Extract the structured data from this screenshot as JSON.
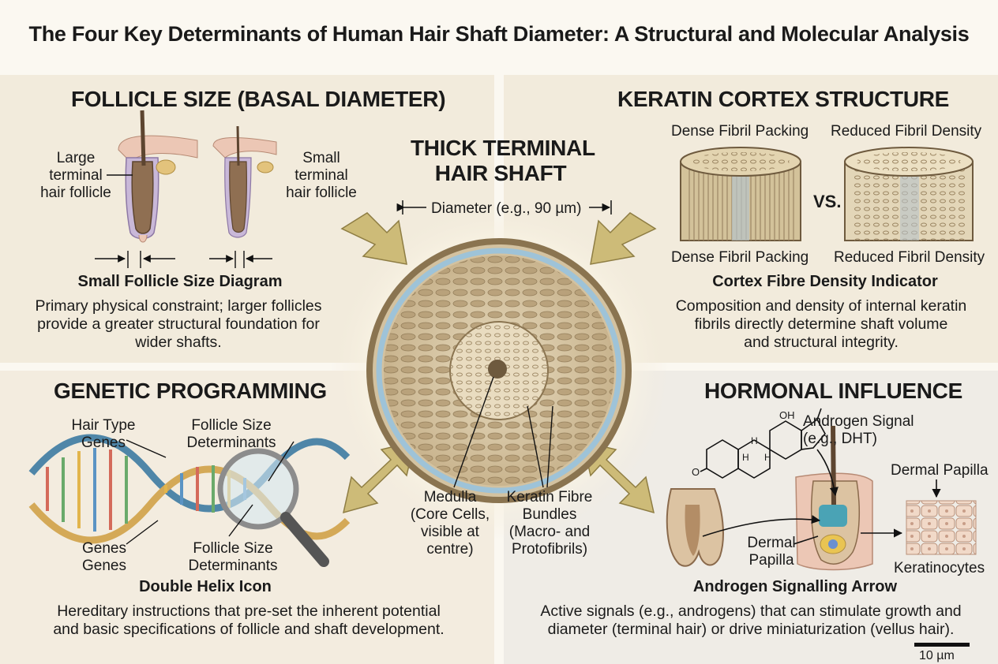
{
  "title": "The Four Key Determinants of Human Hair Shaft Diameter: A Structural and Molecular Analysis",
  "center": {
    "title_line1": "THICK TERMINAL",
    "title_line2": "HAIR SHAFT",
    "diameter_label": "Diameter (e.g., 90 µm)",
    "medulla_label": [
      "Medulla",
      "(Core Cells,",
      "visible at",
      "centre)"
    ],
    "keratin_label": [
      "Keratin Fibre",
      "Bundles",
      "(Macro- and",
      "Protofibrils)"
    ]
  },
  "follicle": {
    "heading": "FOLLICLE SIZE (BASAL DIAMETER)",
    "large_label": [
      "Large",
      "terminal",
      "hair follicle"
    ],
    "small_label": [
      "Small",
      "terminal",
      "hair follicle"
    ],
    "caption": "Small Follicle Size Diagram",
    "description": [
      "Primary physical constraint; larger follicles",
      "provide a greater structural foundation for",
      "wider shafts."
    ]
  },
  "cortex": {
    "heading": "KERATIN CORTEX STRUCTURE",
    "top_left_label": "Dense Fibril Packing",
    "top_right_label": "Reduced Fibril Density",
    "vs_label": "VS.",
    "bottom_left_label": "Dense Fibril Packing",
    "bottom_right_label": "Reduced Fibril Density",
    "caption": "Cortex Fibre Density Indicator",
    "description": [
      "Composition and density of internal keratin",
      "fibrils directly determine shaft volume",
      "and structural integrity."
    ]
  },
  "genetic": {
    "heading": "GENETIC PROGRAMMING",
    "hair_type_label": [
      "Hair Type",
      "Genes"
    ],
    "follicle_size_top_label": [
      "Follicle Size",
      "Determinants"
    ],
    "genes_label": [
      "Genes",
      "Genes"
    ],
    "follicle_size_bottom_label": [
      "Follicle Size",
      "Determinants"
    ],
    "caption": "Double Helix Icon",
    "description": [
      "Hereditary instructions that pre-set the inherent potential",
      "and basic specifications of follicle and shaft development."
    ]
  },
  "hormonal": {
    "heading": "HORMONAL INFLUENCE",
    "androgen_label": [
      "Androgen Signal",
      "(e.g., DHT)"
    ],
    "oh_label": "OH",
    "o_label": "O",
    "h_label": "H",
    "dermal_papilla_top": "Dermal Papilla",
    "dermal_papilla_left": [
      "Dermal",
      "Papilla"
    ],
    "keratinocytes_label": "Keratinocytes",
    "caption": "Androgen Signalling Arrow",
    "description": [
      "Active signals (e.g., androgens) that can stimulate growth and",
      "diameter (terminal hair) or drive miniaturization (vellus hair)."
    ]
  },
  "scale": {
    "label": "10 µm"
  },
  "colors": {
    "panel_bg": "#f2ebdc",
    "arrow_fill": "#cdbb78",
    "shaft_outer": "#8a7450",
    "shaft_blue": "#9ec3d8",
    "follicle_brown": "#8a6a4c"
  }
}
